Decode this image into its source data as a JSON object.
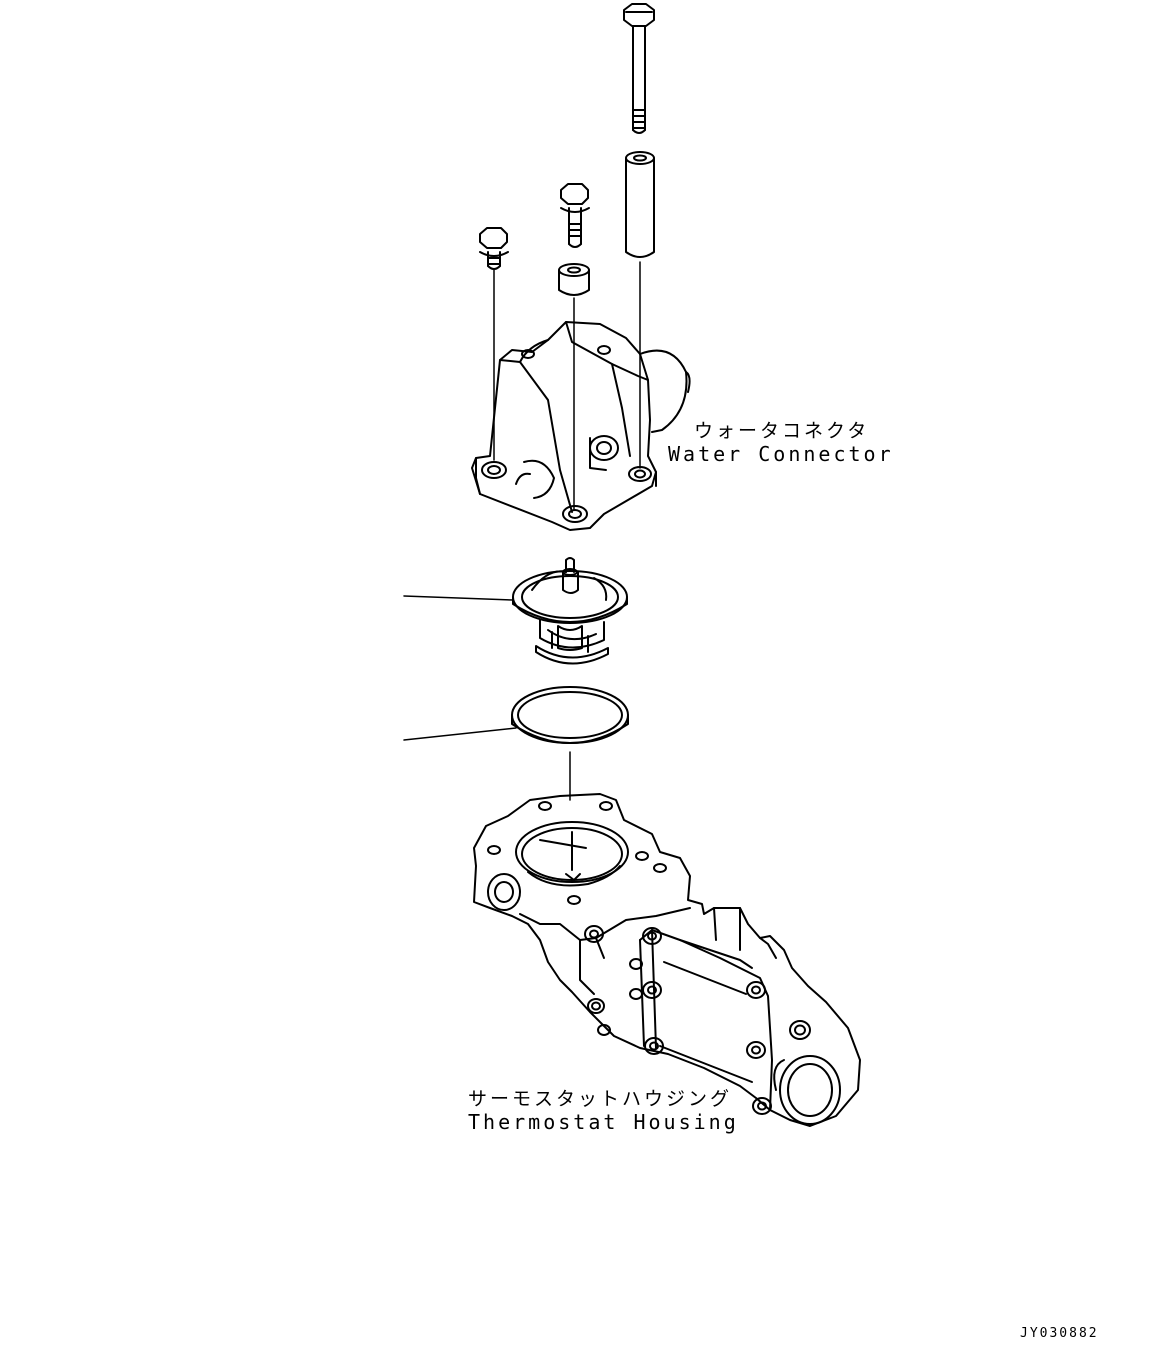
{
  "labels": {
    "water_connector_jp": "ウォータコネクタ",
    "water_connector_en": "Water Connector",
    "thermostat_housing_jp": "サーモスタットハウジング",
    "thermostat_housing_en": "Thermostat Housing",
    "drawing_code": "JY030882"
  }
}
